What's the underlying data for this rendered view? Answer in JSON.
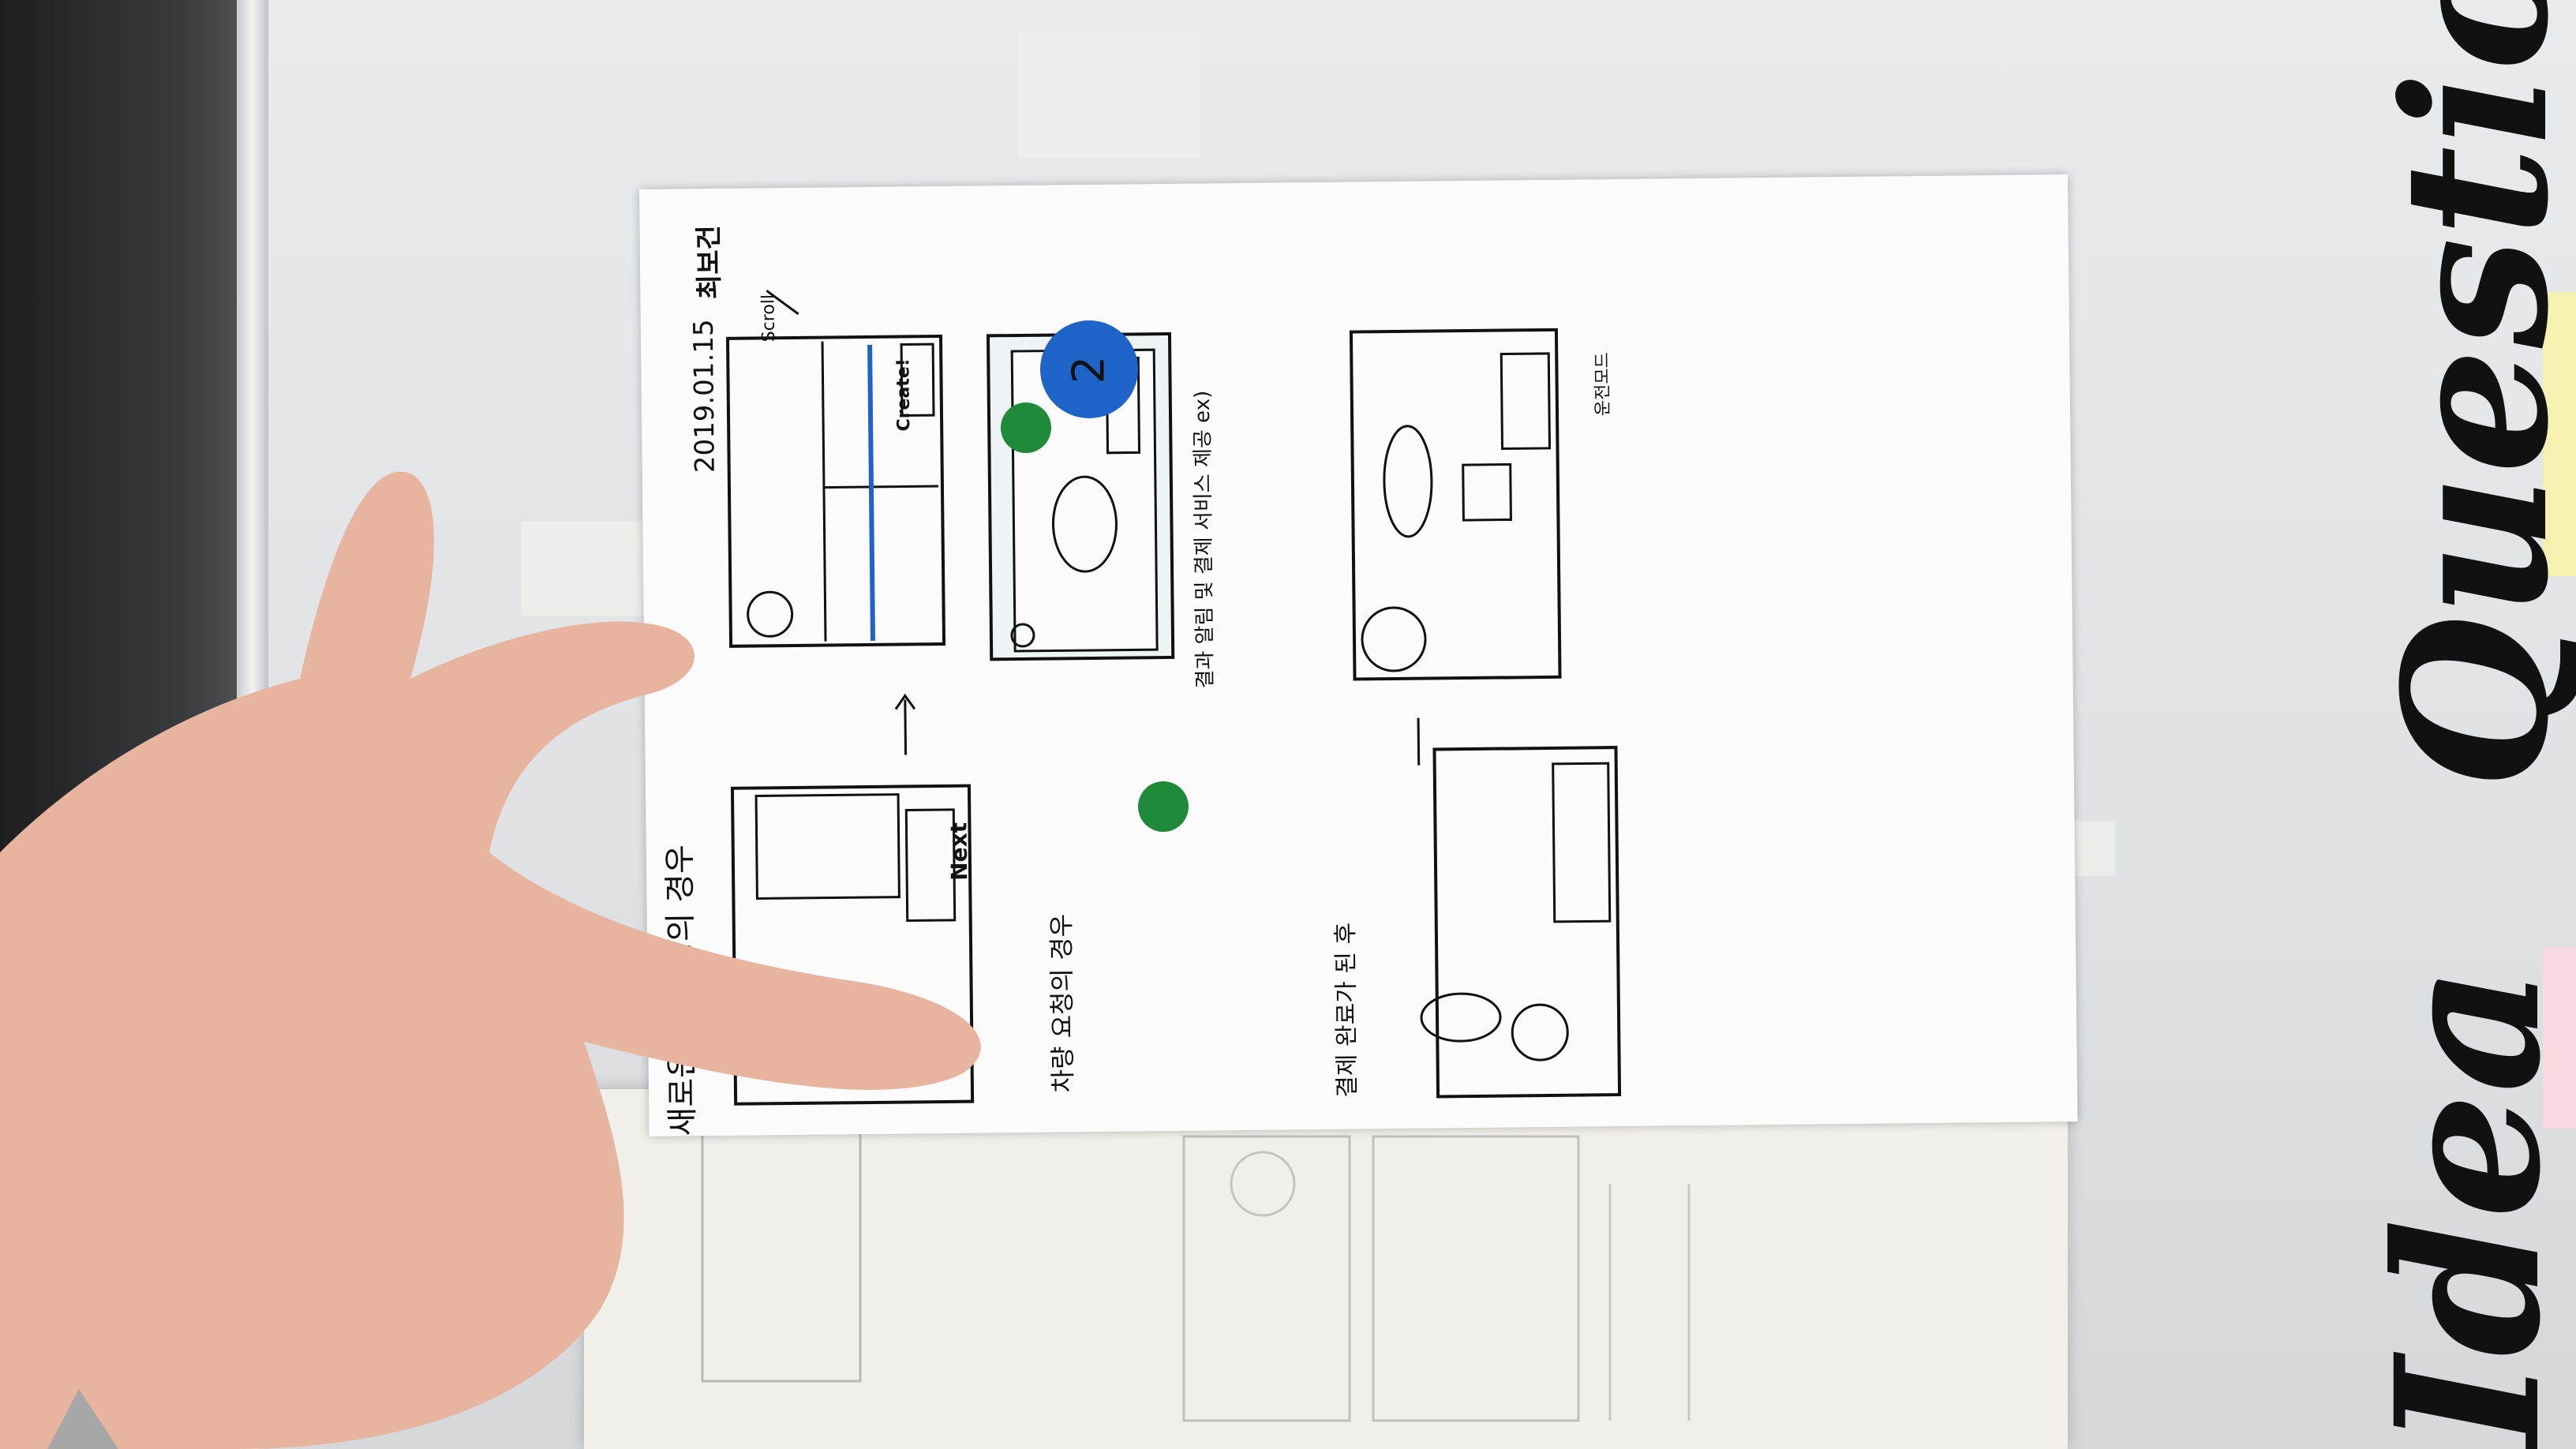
{
  "board": {
    "words": [
      "Question",
      "Idea"
    ]
  },
  "notebook": {
    "header": {
      "date": "2019.01.15",
      "author": "최보건"
    },
    "sections": {
      "new_room": {
        "title": "새로운 방 생성의 경우",
        "next_button": "Next",
        "create_button": "Create!",
        "scroll_label": "Scroll"
      },
      "request": {
        "title": "차량 요청의 경우"
      },
      "alert": {
        "text": "결과 알림 및 결제 서비스 제공 ex)"
      },
      "payment_done": {
        "title": "결제 완료가 된 후",
        "button": "운전모드"
      }
    },
    "stickers": [
      {
        "color": "#1f8a3a"
      },
      {
        "color": "#1f8a3a"
      },
      {
        "color": "#1e63c8",
        "label": "2"
      }
    ]
  },
  "colors": {
    "ink": "#111111",
    "paper": "#fbfbfb",
    "board": "#e2e4e6",
    "skin": "#e7b59f"
  }
}
